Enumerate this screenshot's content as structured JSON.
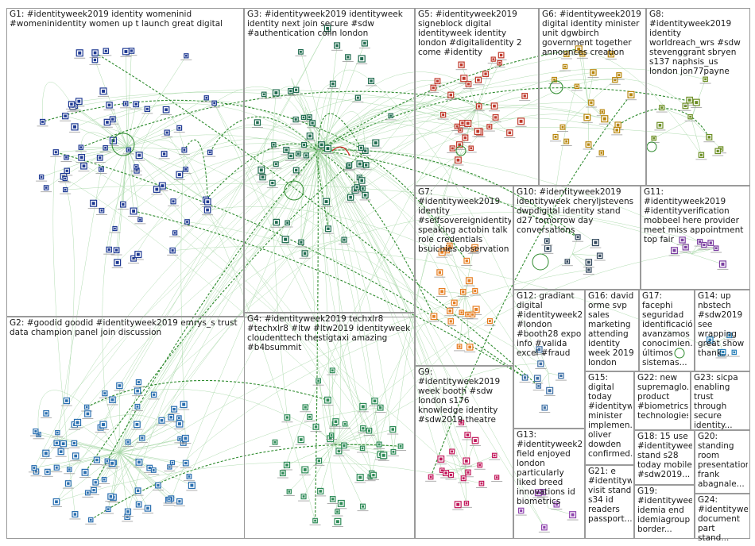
{
  "graph": {
    "groups": [
      {
        "id": "G1",
        "label": "G1: #identityweek2019 identity womeninid #womeninidentity women up t launch great digital"
      },
      {
        "id": "G2",
        "label": "G2: #goodid goodid #identityweek2019 emrys_s trust data champion panel join discussion"
      },
      {
        "id": "G3",
        "label": "G3: #identityweek2019 identityweek identity next join secure #sdw #authentication colin london"
      },
      {
        "id": "G4",
        "label": "G4: #identityweek2019 techxlr8 #techxlr8 #ltw #ltw2019 identityweek cloudenttech thestigtaxi amazing #b4bsummit"
      },
      {
        "id": "G5",
        "label": "G5: #identityweek2019 signeblock digital identityweek identity london #digitalidentity 2 come #identity"
      },
      {
        "id": "G6",
        "label": "G6: #identityweek2019 digital identity minister unit dgwbirch government together announces creation"
      },
      {
        "id": "G7",
        "label": "G7: #identityweek2019 identity #selfsovereignidentity speaking actobin talk role credentials bsuichies observation"
      },
      {
        "id": "G8",
        "label": "G8: #identityweek2019 identity worldreach_wrs #sdw stevenggrant sbryen s137 naphsis_us london jon77payne"
      },
      {
        "id": "G9",
        "label": "G9: #identityweek2019 week booth #sdw london s176 knowledge identity #sdw2019 theatre"
      },
      {
        "id": "G10",
        "label": "G10: #identityweek2019 identityweek cheryljstevens dwpdigital identity stand d27 tomorrow day conversations"
      },
      {
        "id": "G11",
        "label": "G11: #identityweek2019 #identityverification mobbeel here provider meet miss appointment top fair"
      },
      {
        "id": "G12",
        "label": "G12: gradiant digital #identityweek20... #london #booth28 expo info #valida excel #fraud"
      },
      {
        "id": "G13",
        "label": "G13: #identityweek20... field enjoyed london particularly liked breed innovations id biometrics"
      },
      {
        "id": "G14",
        "label": "G14: up nbstech #sdw2019 see wrapping great show thank..."
      },
      {
        "id": "G15",
        "label": "G15: digital today #identityw... minister implemen... oliver dowden confirmed..."
      },
      {
        "id": "G16",
        "label": "G16: david orme svp sales marketing attending identity week 2019 london"
      },
      {
        "id": "G17",
        "label": "G17: facephi seguridad identificación avanzamos conocimien... últimos sistemas..."
      },
      {
        "id": "G18",
        "label": "G18: 15 use #identityweek... stand s28 today mobile #sdw2019..."
      },
      {
        "id": "G19",
        "label": "G19: #identityweek... idemia end idemiagroup border..."
      },
      {
        "id": "G20",
        "label": "G20: standing room presentation frank abagnale..."
      },
      {
        "id": "G21",
        "label": "G21: e #identityw... visit stand s34 id readers passport..."
      },
      {
        "id": "G22",
        "label": "G22: new supremaglo... product #biometrics technologies..."
      },
      {
        "id": "G23",
        "label": "G23: sicpa enabling trust through secure identity..."
      },
      {
        "id": "G24",
        "label": "G24: #identitywe... document part stand..."
      }
    ]
  },
  "colors": {
    "border": "#9a9a9a",
    "edge_green": "#2e8b2e",
    "edge_light": "#a8d8a8",
    "edge_red": "#d62020",
    "G1": "#1f3a93",
    "G2": "#2a6fb0",
    "G3": "#1f6b4f",
    "G4": "#2e8b57",
    "G5": "#c0392b",
    "G6": "#b8860b",
    "G7": "#e67e22",
    "G8": "#6b8e23",
    "G9": "#c2185b",
    "G10": "#34495e",
    "G11": "#7b3fa0",
    "G12": "#3d6fa5",
    "G13": "#8e44ad",
    "G14": "#2980b9"
  }
}
